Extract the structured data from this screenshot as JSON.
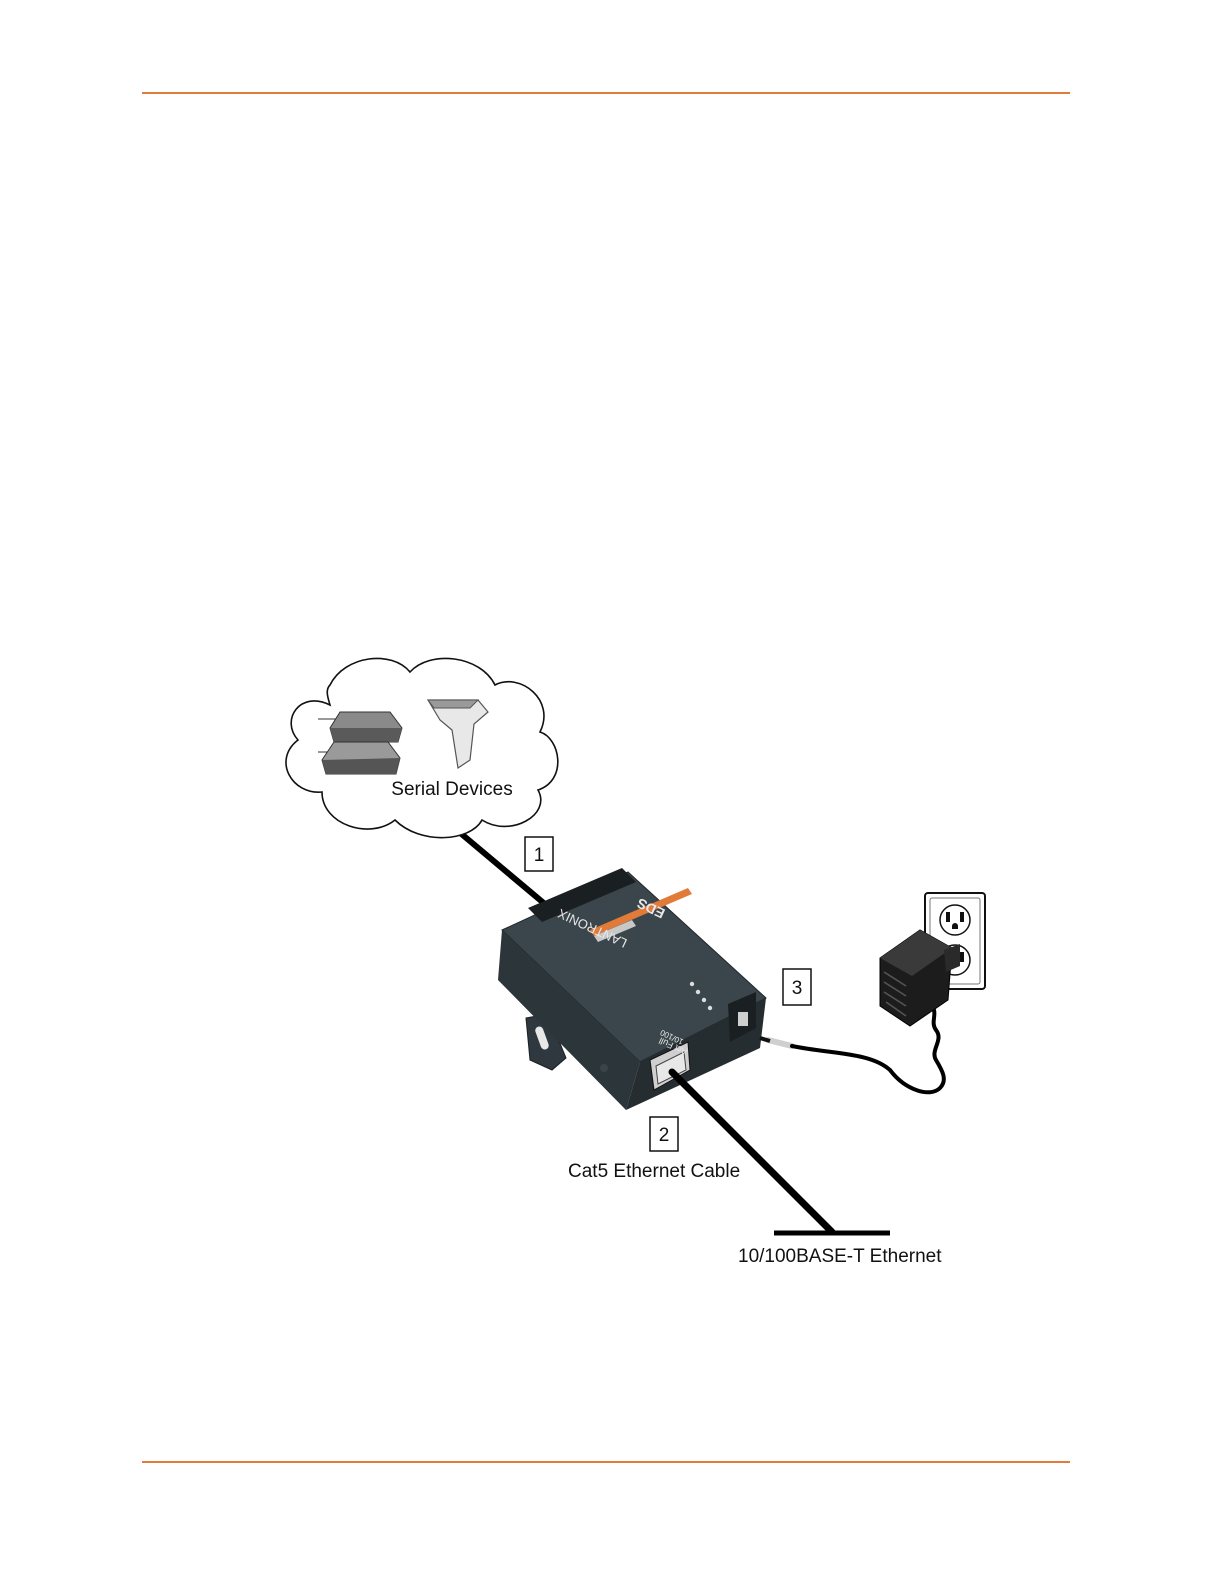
{
  "page": {
    "rule_color": "#e07b39"
  },
  "diagram": {
    "cloud_label": "Serial Devices",
    "callouts": {
      "one": "1",
      "two": "2",
      "three": "3"
    },
    "cable_label": "Cat5 Ethernet Cable",
    "network_label": "10/100BASE-T Ethernet",
    "device": {
      "brand": "LANTRONIX",
      "model": "EDS",
      "port_label": "10/100",
      "port_leds": "Act  Full"
    }
  }
}
